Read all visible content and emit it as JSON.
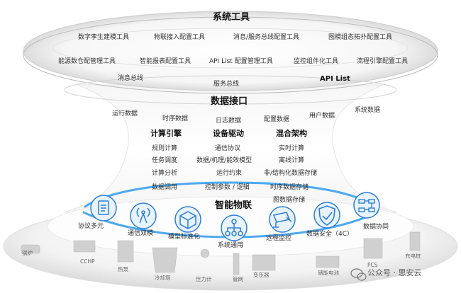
{
  "top_section": {
    "title": "系统工具",
    "row1": [
      "数字孪生建模工具",
      "物联接入配置工具",
      "消息/服务总线配置工具",
      "图模组态拓扑配置工具"
    ],
    "row2": [
      "能源数仓配管理工具",
      "智能报表配置工具",
      "API List 配置管理工具",
      "监控组件化工具",
      "流程引擎配置工具"
    ]
  },
  "bus": {
    "message_bus": "消息总线",
    "service_bus": "服务总线",
    "api_list": "API List"
  },
  "data_interface": {
    "title": "数据接口",
    "items": [
      "运行数据",
      "时序数据",
      "日志数据",
      "配置数据",
      "用户数据",
      "系统数据"
    ]
  },
  "columns": [
    {
      "title": "计算引擎",
      "items": [
        "规则计算",
        "任务调度",
        "计算分析",
        "数据调用"
      ]
    },
    {
      "title": "设备驱动",
      "items": [
        "通信协议",
        "数据/机理/能效模型",
        "运行约束",
        "控制参数 / 逻辑"
      ]
    },
    {
      "title": "混合架构",
      "items": [
        "实时计算",
        "离线计算",
        "非/结构化数据存储",
        "时序数据存储",
        "图数据存储"
      ]
    }
  ],
  "iot": {
    "title": "智能物联",
    "features": [
      {
        "label": "协议多元",
        "icon": "document-icon"
      },
      {
        "label": "通信双模",
        "icon": "antenna-icon"
      },
      {
        "label": "模型标准化",
        "icon": "cube-icon"
      },
      {
        "label": "系统通用",
        "icon": "network-icon"
      },
      {
        "label": "远程监控",
        "icon": "camera-icon"
      },
      {
        "label": "数据安全（4C）",
        "icon": "shield-check-icon"
      },
      {
        "label": "数据协同",
        "icon": "flow-icon"
      }
    ]
  },
  "equipment": [
    "锅炉",
    "CCHP",
    "热泵",
    "冷却塔",
    "压力计",
    "管网",
    "变压器",
    "储能电池",
    "PCS",
    "充电桩"
  ],
  "watermark": "公众号 · 思安云",
  "colors": {
    "accent_blue": "#2b7fd6",
    "ring_blue": "#3aa0ee",
    "icon_fill": "#e8f3ff"
  }
}
